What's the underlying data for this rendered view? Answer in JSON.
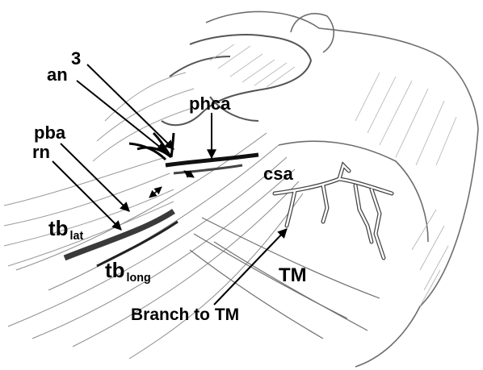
{
  "labels": {
    "an": "an",
    "three": "3",
    "phca": "phca",
    "pba": "pba",
    "rn": "rn",
    "csa": "csa",
    "tb_lat_main": "tb",
    "tb_lat_sub": "lat",
    "tb_long_main": "tb",
    "tb_long_sub": "long",
    "tm": "TM",
    "branch_to_tm": "Branch to TM"
  },
  "colors": {
    "ink": "#000000",
    "background": "#ffffff",
    "pencil": "#7a7a7a",
    "vessel_dark": "#2e2e2e"
  }
}
